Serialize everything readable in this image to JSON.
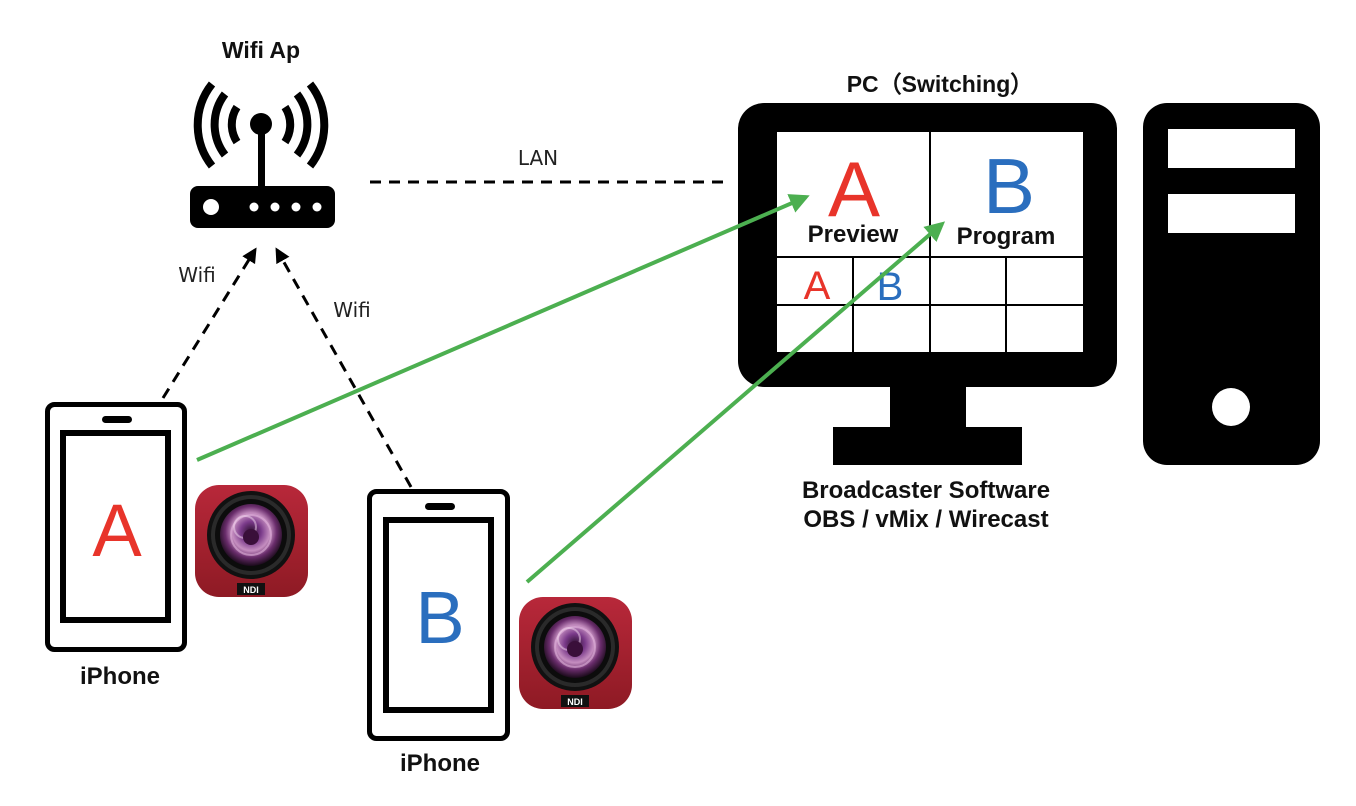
{
  "colors": {
    "source_a": "#e8342a",
    "source_b": "#2a6ebe",
    "ndi_stream": "#4caf50",
    "device": "#000000",
    "app_icon_bg": "#a8212c"
  },
  "wifi_ap": {
    "label": "Wifi Ap",
    "icon": "wifi-router-icon"
  },
  "pc": {
    "label": "PC（Switching）",
    "icon": "desktop-monitor-icon",
    "tower_icon": "pc-tower-icon",
    "software_line1": "Broadcaster Software",
    "software_line2": "OBS / vMix / Wirecast",
    "screen": {
      "preview": {
        "source": "A",
        "label": "Preview"
      },
      "program": {
        "source": "B",
        "label": "Program"
      },
      "multiview": [
        "A",
        "B",
        "",
        "",
        "",
        "",
        "",
        ""
      ]
    }
  },
  "connections": {
    "lan_label": "LAN",
    "wifi_label_a": "Wifi",
    "wifi_label_b": "Wifi"
  },
  "devices": [
    {
      "label": "iPhone",
      "source": "A",
      "app": "NDI",
      "app_icon": "ndi-camera-app-icon",
      "target": "Preview"
    },
    {
      "label": "iPhone",
      "source": "B",
      "app": "NDI",
      "app_icon": "ndi-camera-app-icon",
      "target": "Program"
    }
  ]
}
